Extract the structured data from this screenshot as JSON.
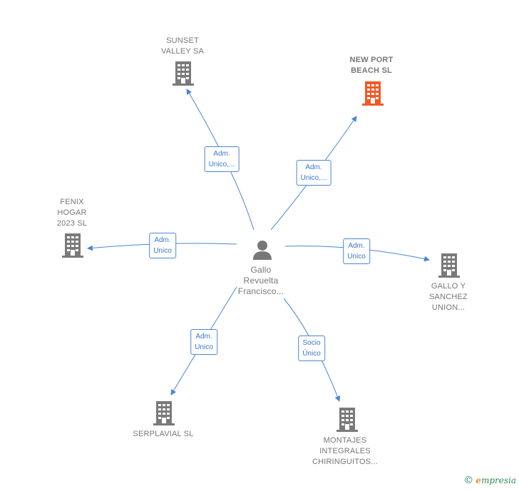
{
  "colors": {
    "edge": "#4a86d4",
    "building": "#7a7a7a",
    "highlight": "#f05a23",
    "person": "#777777"
  },
  "center": {
    "name": "Gallo\nRevuelta\nFrancisco..."
  },
  "nodes": [
    {
      "id": "sunset",
      "label": "SUNSET\nVALLEY SA",
      "icon": "building-icon",
      "highlight": false
    },
    {
      "id": "newport",
      "label": "NEW PORT\nBEACH  SL",
      "icon": "building-icon",
      "highlight": true
    },
    {
      "id": "fenix",
      "label": "FENIX\nHOGAR\n2023  SL",
      "icon": "building-icon",
      "highlight": false
    },
    {
      "id": "gallo",
      "label": "GALLO Y\nSANCHEZ\nUNION...",
      "icon": "building-icon",
      "highlight": false
    },
    {
      "id": "serplavial",
      "label": "SERPLAVIAL SL",
      "icon": "building-icon",
      "highlight": false
    },
    {
      "id": "montajes",
      "label": "MONTAJES\nINTEGRALES\nCHIRINGUITOS...",
      "icon": "building-icon",
      "highlight": false
    }
  ],
  "edges": [
    {
      "to": "sunset",
      "label": "Adm.\nUnico,..."
    },
    {
      "to": "newport",
      "label": "Adm.\nUnico,..."
    },
    {
      "to": "fenix",
      "label": "Adm.\nUnico"
    },
    {
      "to": "gallo",
      "label": "Adm.\nUnico"
    },
    {
      "to": "serplavial",
      "label": "Adm.\nUnico"
    },
    {
      "to": "montajes",
      "label": "Socio\nÚnico"
    }
  ],
  "watermark": {
    "copyright": "©",
    "brand_initial": "e",
    "brand_rest": "mpresia"
  }
}
